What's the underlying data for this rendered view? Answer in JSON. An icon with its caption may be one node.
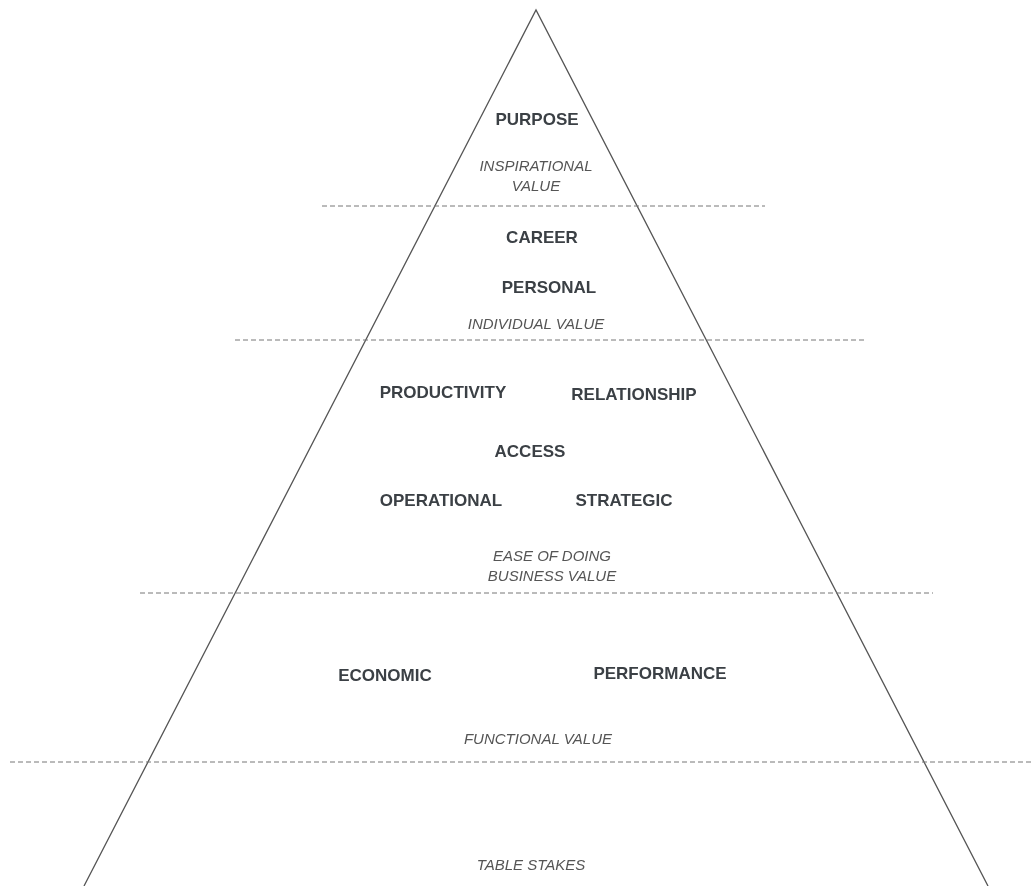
{
  "diagram": {
    "nodes": [
      {
        "text": [
          "PURPOSE",
          "INSPIRATIONAL VALUE"
        ]
      },
      {
        "text": [
          "CAREER",
          "PERSONAL",
          "INDIVIDUAL VALUE"
        ]
      },
      {
        "text": [
          "PRODUCTIVITY",
          "RELATIONSHIP",
          "ACCESS",
          "OPERATIONAL",
          "STRATEGIC",
          "EASE OF DOING BUSINESS VALUE"
        ]
      },
      {
        "text": [
          "ECONOMIC",
          "PERFORMANCE",
          "FUNCTIONAL VALUE"
        ]
      },
      {
        "text": [
          "TABLE STAKES"
        ]
      }
    ]
  }
}
